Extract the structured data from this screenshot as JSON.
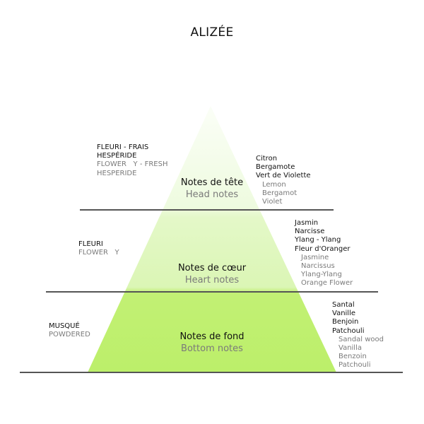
{
  "title": "ALIZÉE",
  "colors": {
    "pyramid_top": "#f6fdef",
    "pyramid_mid": "#e6f9cc",
    "pyramid_bottom": "#bff06f",
    "divider": "#555555"
  },
  "tiers": [
    {
      "key": "head",
      "label_fr": "Notes de tête",
      "label_en": "Head notes",
      "family": {
        "fr": [
          "FLEURI - FRAIS",
          "HESPÉRIDE"
        ],
        "en": [
          "FLOWER   Y - FRESH",
          "HESPERIDE"
        ]
      },
      "notes_fr": [
        "Citron",
        "Bergamote",
        "Vert de Violette"
      ],
      "notes_en": [
        "Lemon",
        "Bergamot",
        "Violet"
      ]
    },
    {
      "key": "heart",
      "label_fr": "Notes de cœur",
      "label_en": "Heart notes",
      "family": {
        "fr": [
          "FLEURI"
        ],
        "en": [
          "FLOWER   Y"
        ]
      },
      "notes_fr": [
        "Jasmin",
        "Narcisse",
        "Ylang - Ylang",
        "Fleur d'Oranger"
      ],
      "notes_en": [
        "Jasmine",
        "Narcissus",
        "Ylang-Ylang",
        "Orange Flower"
      ]
    },
    {
      "key": "base",
      "label_fr": "Notes de fond",
      "label_en": "Bottom notes",
      "family": {
        "fr": [
          "MUSQUÉ"
        ],
        "en": [
          "POWDERED"
        ]
      },
      "notes_fr": [
        "Santal",
        "Vanille",
        "Benjoin",
        "Patchouli"
      ],
      "notes_en": [
        "Sandal wood",
        "Vanilla",
        "Benzoin",
        "Patchouli"
      ]
    }
  ]
}
